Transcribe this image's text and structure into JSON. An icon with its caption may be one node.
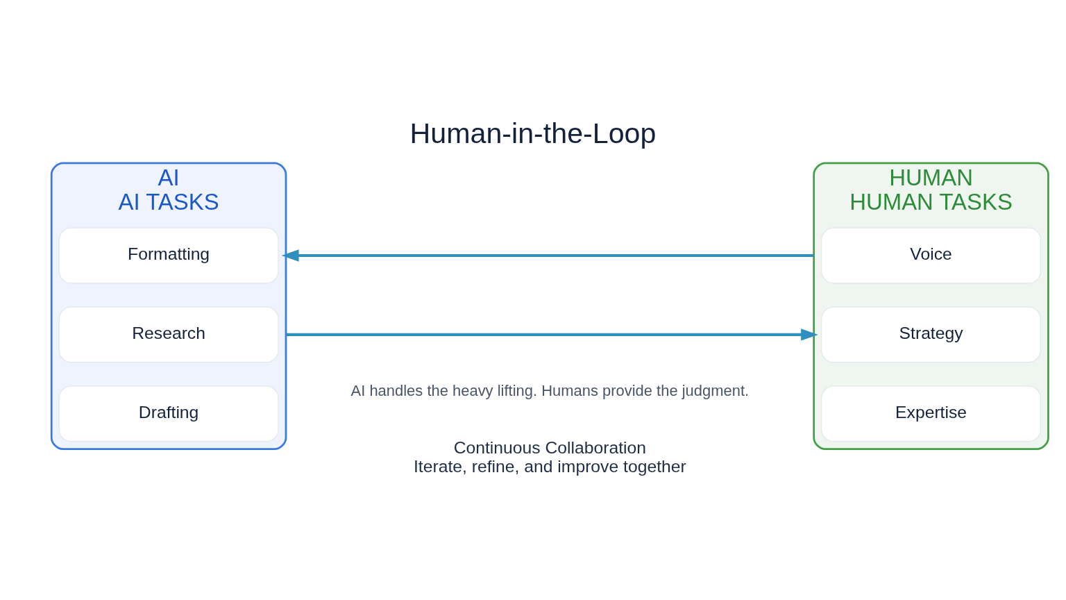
{
  "diagram": {
    "title": "Human-in-the-Loop",
    "nodes": [
      {
        "text": [
          "AI",
          "AI TASKS"
        ]
      },
      {
        "text": [
          "Research"
        ],
        "in": 0
      },
      {
        "text": [
          "Drafting"
        ],
        "in": 0
      },
      {
        "text": [
          "Formatting"
        ],
        "in": 0
      },
      {
        "text": [
          "HUMAN",
          "HUMAN TASKS"
        ]
      },
      {
        "text": [
          "Strategy"
        ],
        "in": 4
      },
      {
        "text": [
          "Expertise"
        ],
        "in": 4
      },
      {
        "text": [
          "Voice"
        ],
        "in": 4
      },
      {
        "text": [
          "Continuous Collaboration",
          "Iterate, refine, and improve together"
        ]
      }
    ],
    "edges": [
      {
        "from": 0,
        "to": 4,
        "arrow": "to"
      },
      {
        "from": 4,
        "to": 0,
        "arrow": "to"
      }
    ],
    "labels": [
      "AI handles the heavy lifting. Humans provide the judgment."
    ]
  }
}
